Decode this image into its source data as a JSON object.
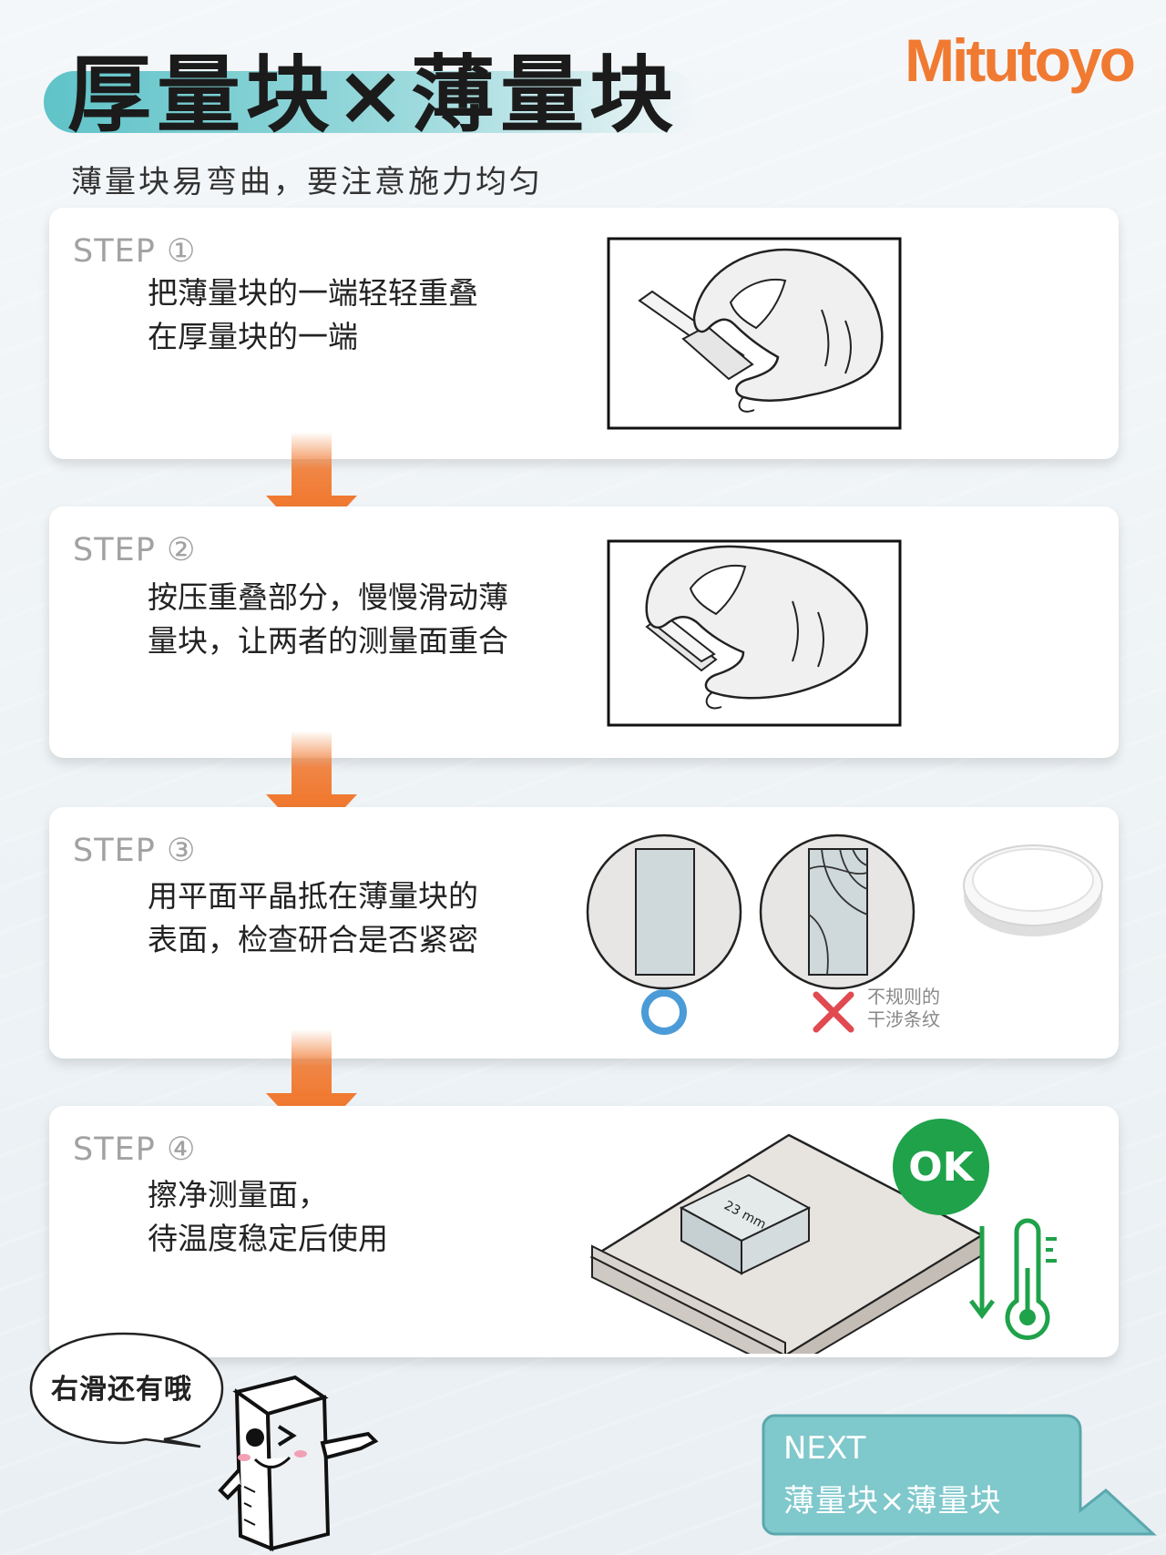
{
  "header": {
    "title": "厚量块×薄量块",
    "logo": "Mitutoyo",
    "subtitle": "薄量块易弯曲，要注意施力均匀"
  },
  "steps": [
    {
      "label": "STEP ①",
      "lines": [
        "把薄量块的一端轻轻重叠",
        "在厚量块的一端"
      ]
    },
    {
      "label": "STEP ②",
      "lines": [
        "按压重叠部分，慢慢滑动薄",
        "量块，让两者的测量面重合"
      ]
    },
    {
      "label": "STEP ③",
      "lines": [
        "用平面平晶抵在薄量块的",
        "表面，检查研合是否紧密"
      ],
      "note_lines": [
        "不规则的",
        "干涉条纹"
      ]
    },
    {
      "label": "STEP ④",
      "lines": [
        "擦净测量面，",
        "待温度稳定后使用"
      ],
      "block_label": "23 mm",
      "ok_label": "OK"
    }
  ],
  "footer": {
    "speech": "右滑还有哦",
    "next_label": "NEXT",
    "next_title": "薄量块×薄量块"
  },
  "colors": {
    "accent_orange": "#f07a32",
    "teal": "#5fc3c8",
    "ok_green": "#1fa24a",
    "circle_blue": "#4b9bd8",
    "cross_red": "#e04a50"
  }
}
